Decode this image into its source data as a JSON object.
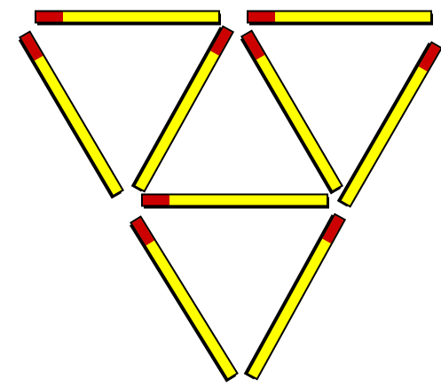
{
  "colors": {
    "background": "#ffffff",
    "stick_body": "#ffff00",
    "match_head": "#cc0000",
    "outline": "#000000"
  },
  "matchsticks": [
    {
      "id": "match-top-left",
      "icon": "matchstick-icon"
    },
    {
      "id": "match-top-right",
      "icon": "matchstick-icon"
    },
    {
      "id": "match-left-outer-diagonal",
      "icon": "matchstick-icon"
    },
    {
      "id": "match-left-inner-diagonal",
      "icon": "matchstick-icon"
    },
    {
      "id": "match-center-triangle-right",
      "icon": "matchstick-icon"
    },
    {
      "id": "match-right-outer-diagonal",
      "icon": "matchstick-icon"
    },
    {
      "id": "match-middle-horizontal",
      "icon": "matchstick-icon"
    },
    {
      "id": "match-bottom-left-diagonal",
      "icon": "matchstick-icon"
    },
    {
      "id": "match-bottom-right-diagonal",
      "icon": "matchstick-icon"
    }
  ]
}
